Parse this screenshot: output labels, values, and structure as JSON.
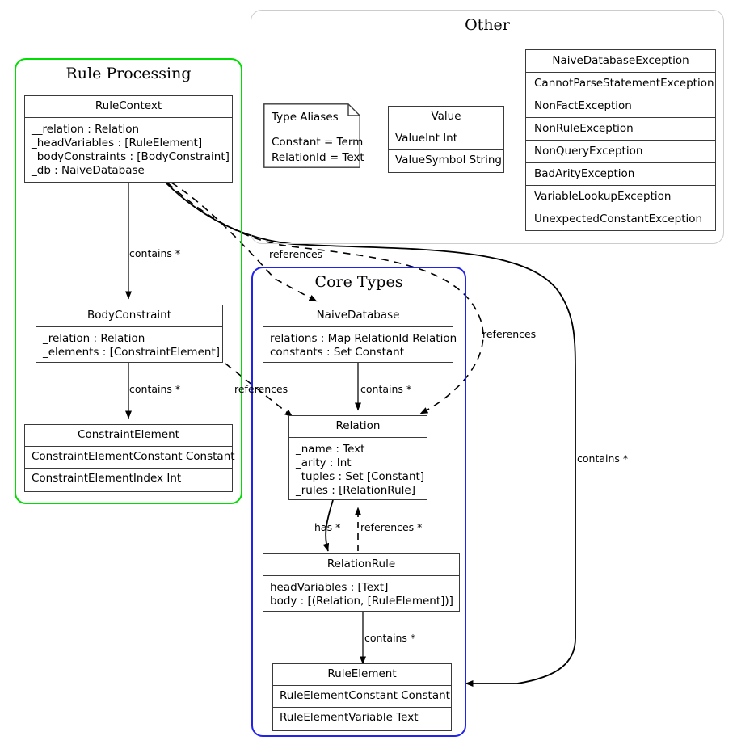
{
  "packages": [
    {
      "name": "rule-processing",
      "title": "Rule Processing",
      "color": "#00dd00"
    },
    {
      "name": "other",
      "title": "Other",
      "color": "#cccccc"
    },
    {
      "name": "core-types",
      "title": "Core Types",
      "color": "#2222ee"
    }
  ],
  "classes": {
    "rule_context": {
      "name": "RuleContext",
      "attributes": [
        "__relation : Relation",
        "_headVariables : [RuleElement]",
        "_bodyConstraints : [BodyConstraint]",
        "_db : NaiveDatabase"
      ]
    },
    "body_constraint": {
      "name": "BodyConstraint",
      "attributes": [
        "_relation : Relation",
        "_elements : [ConstraintElement]"
      ]
    },
    "constraint_element": {
      "name": "ConstraintElement",
      "variants": [
        "ConstraintElementConstant Constant",
        "ConstraintElementIndex Int"
      ]
    },
    "naive_database": {
      "name": "NaiveDatabase",
      "attributes": [
        "relations : Map RelationId Relation",
        "constants : Set Constant"
      ]
    },
    "relation": {
      "name": "Relation",
      "attributes": [
        "_name : Text",
        "_arity : Int",
        "_tuples : Set [Constant]",
        "_rules : [RelationRule]"
      ]
    },
    "relation_rule": {
      "name": "RelationRule",
      "attributes": [
        "headVariables : [Text]",
        "body : [(Relation, [RuleElement])]"
      ]
    },
    "rule_element": {
      "name": "RuleElement",
      "variants": [
        "RuleElementConstant Constant",
        "RuleElementVariable Text"
      ]
    },
    "value": {
      "name": "Value",
      "variants": [
        "ValueInt Int",
        "ValueSymbol String"
      ]
    }
  },
  "note_type_aliases": {
    "title": "Type Aliases",
    "lines": [
      "Constant = Term",
      "RelationId = Text"
    ]
  },
  "exceptions": [
    "NaiveDatabaseException",
    "CannotParseStatementException",
    "NonFactException",
    "NonRuleException",
    "NonQueryException",
    "BadArityException",
    "VariableLookupException",
    "UnexpectedConstantException"
  ],
  "edges": [
    {
      "name": "rulecontext-contains-bodyconstraint",
      "label": "contains *",
      "style": "solid"
    },
    {
      "name": "bodyconstraint-contains-constraintelement",
      "label": "contains *",
      "style": "solid"
    },
    {
      "name": "rulecontext-references-naivedatabase",
      "label": "references",
      "style": "dashed"
    },
    {
      "name": "bodyconstraint-references-relation",
      "label": "references",
      "style": "dashed"
    },
    {
      "name": "naivedatabase-contains-relation",
      "label": "contains *",
      "style": "solid"
    },
    {
      "name": "rulecontext-references-relation",
      "label": "references",
      "style": "dashed"
    },
    {
      "name": "relation-has-relationrule",
      "label": "has *",
      "style": "solid"
    },
    {
      "name": "relationrule-references-relation",
      "label": "references *",
      "style": "dashed"
    },
    {
      "name": "relationrule-contains-ruleelement",
      "label": "contains *",
      "style": "solid"
    },
    {
      "name": "rulecontext-contains-ruleelement",
      "label": "contains *",
      "style": "solid"
    }
  ]
}
